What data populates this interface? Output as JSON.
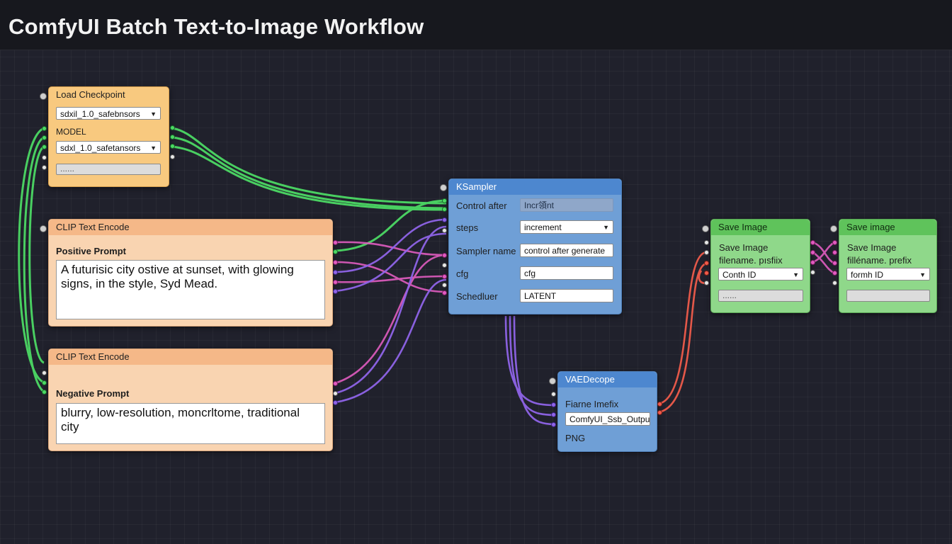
{
  "app": {
    "title": "ComfyUI Batch Text-to-Image Workflow"
  },
  "nodes": {
    "load_checkpoint": {
      "title": "Load Checkpoint",
      "ckpt_value": "sdxil_1.0_safebnsors",
      "model_label": "MODEL",
      "model_value": "sdxl_1.0_safetansors",
      "extra_value": "......"
    },
    "positive_encode": {
      "title": "CLIP Text Encode",
      "label": "Positive Prompt",
      "text": "A futurisic city ostive at sunset, with glowing signs, in the style, Syd Mead."
    },
    "negative_encode": {
      "title": "CLIP Text Encode",
      "label": "Negative Prompt",
      "text": "blurry, low-resolution, moncrltome, traditional city"
    },
    "ksampler": {
      "title": "KSampler",
      "rows": [
        {
          "label": "Control after",
          "value": "Incr領nt"
        },
        {
          "label": "steps",
          "value": "increment"
        },
        {
          "label": "Sampler name",
          "value": "control after generate"
        },
        {
          "label": "cfg",
          "value": "cfg"
        },
        {
          "label": "Schedluer",
          "value": "LATENT"
        }
      ]
    },
    "vae_decode": {
      "title": "VAEDecope",
      "label": "Fiarne Imefix",
      "value": "ComfyUI_Ssb_Output",
      "format": "PNG"
    },
    "save_image_1": {
      "title": "Save Image",
      "prefix_label": "Save Image filename. pısfiix",
      "select_value": "Conth ID",
      "extra_value": "......"
    },
    "save_image_2": {
      "title": "Save image",
      "prefix_label": "Save Image filléname. prefix",
      "select_value": "formh ID",
      "extra_value": ""
    }
  },
  "wire_colors": {
    "model": "#4cd964",
    "conditioning": "#e05cc0",
    "latent": "#8f64e8",
    "image": "#ef5b4b"
  },
  "icons": {
    "dropdown": "chevron-down-icon",
    "node_collapse": "node-collapse-dot-icon"
  }
}
